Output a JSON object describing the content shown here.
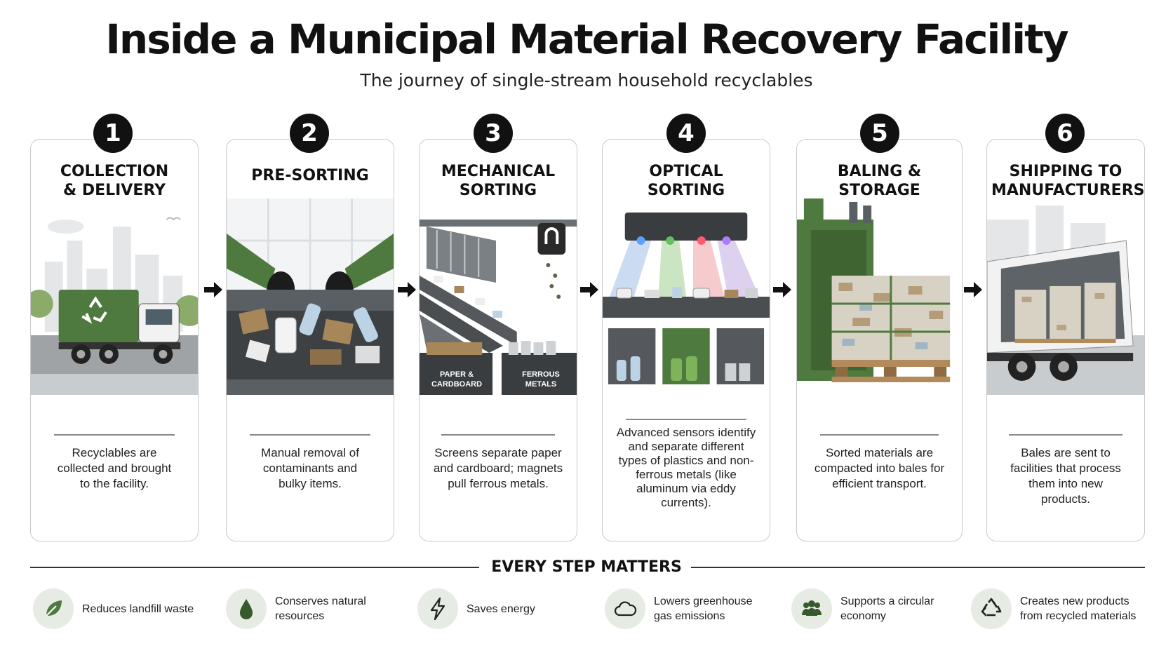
{
  "title": "Inside a Municipal Material Recovery Facility",
  "subtitle": "The journey of single-stream household recyclables",
  "steps": [
    {
      "number": "1",
      "title": "COLLECTION & DELIVERY",
      "description": "Recyclables are collected and brought to the facility."
    },
    {
      "number": "2",
      "title": "PRE-SORTING",
      "description": "Manual removal of contaminants and bulky items."
    },
    {
      "number": "3",
      "title": "MECHANICAL SORTING",
      "description": "Screens separate paper and cardboard; magnets pull ferrous metals.",
      "bin_labels": [
        "PAPER & CARDBOARD",
        "FERROUS METALS"
      ]
    },
    {
      "number": "4",
      "title": "OPTICAL SORTING",
      "description": "Advanced sensors identify and separate different types of plastics and non-ferrous metals (like aluminum via eddy currents)."
    },
    {
      "number": "5",
      "title": "BALING & STORAGE",
      "description": "Sorted materials are compacted into bales for efficient transport."
    },
    {
      "number": "6",
      "title": "SHIPPING TO MANUFACTURERS",
      "description": "Bales are sent to facilities that process them into new products."
    }
  ],
  "matters": {
    "title": "EVERY STEP MATTERS",
    "benefits": [
      {
        "icon": "leaf-icon",
        "text": "Reduces landfill waste"
      },
      {
        "icon": "water-drop-icon",
        "text": "Conserves natural resources"
      },
      {
        "icon": "lightning-icon",
        "text": "Saves energy"
      },
      {
        "icon": "cloud-icon",
        "text": "Lowers greenhouse gas emissions"
      },
      {
        "icon": "people-icon",
        "text": "Supports a circular economy"
      },
      {
        "icon": "recycle-icon",
        "text": "Creates new products from recycled materials"
      }
    ]
  },
  "colors": {
    "accent_green": "#4f7a3f",
    "dark": "#111111",
    "steel": "#5a5f63"
  }
}
